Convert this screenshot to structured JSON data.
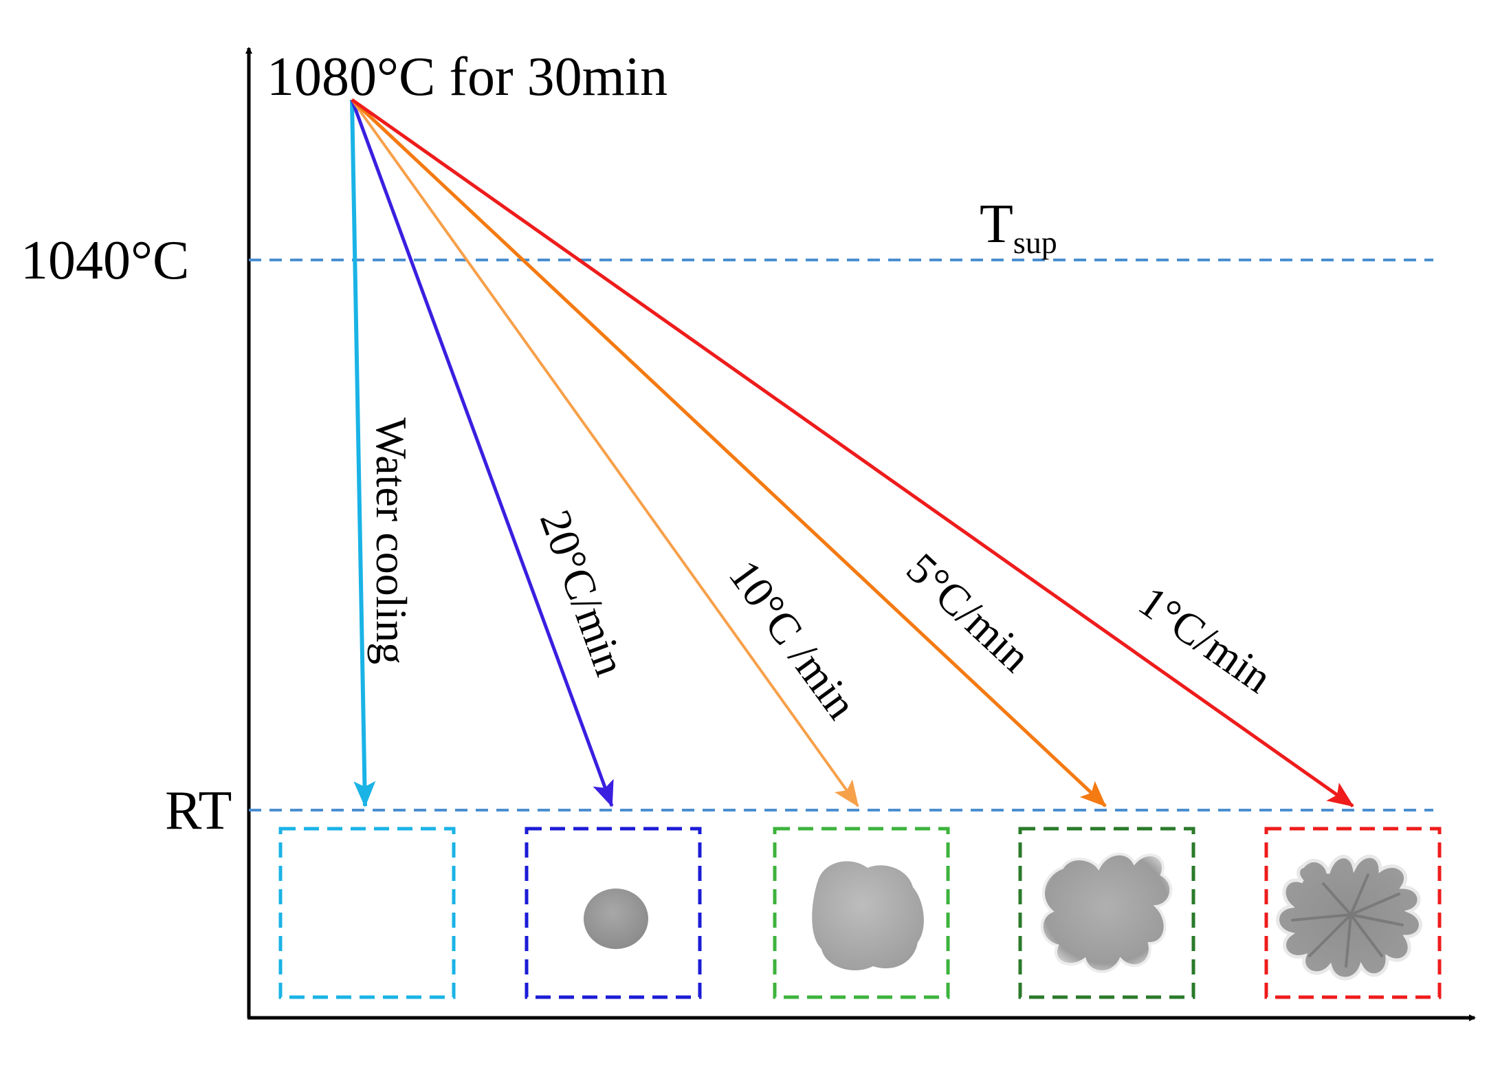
{
  "diagram": {
    "start_label": "1080°C for 30min",
    "y_axis_labels": {
      "upper": "1040°C",
      "lower": "RT"
    },
    "reference_line": {
      "label_main": "T",
      "label_subscript": "sup"
    },
    "cooling_paths": [
      {
        "label": "Water cooling",
        "color": "#1ab3e6"
      },
      {
        "label": "20°C/min",
        "color": "#3a1fe0"
      },
      {
        "label": "10°C /min",
        "color": "#f7a04a"
      },
      {
        "label": "5°C/min",
        "color": "#f47a12"
      },
      {
        "label": "1°C/min",
        "color": "#ee1c1c"
      }
    ],
    "boxes": [
      {
        "color": "#1ab3e6",
        "particle": "none"
      },
      {
        "color": "#1c1cd6",
        "particle": "small-sphere"
      },
      {
        "color": "#3db33d",
        "particle": "large-rounded"
      },
      {
        "color": "#2a7a2a",
        "particle": "lobed"
      },
      {
        "color": "#ee1c1c",
        "particle": "dendritic"
      }
    ],
    "dashed_line_color": "#4a8fd0",
    "axis_color": "#000000"
  }
}
